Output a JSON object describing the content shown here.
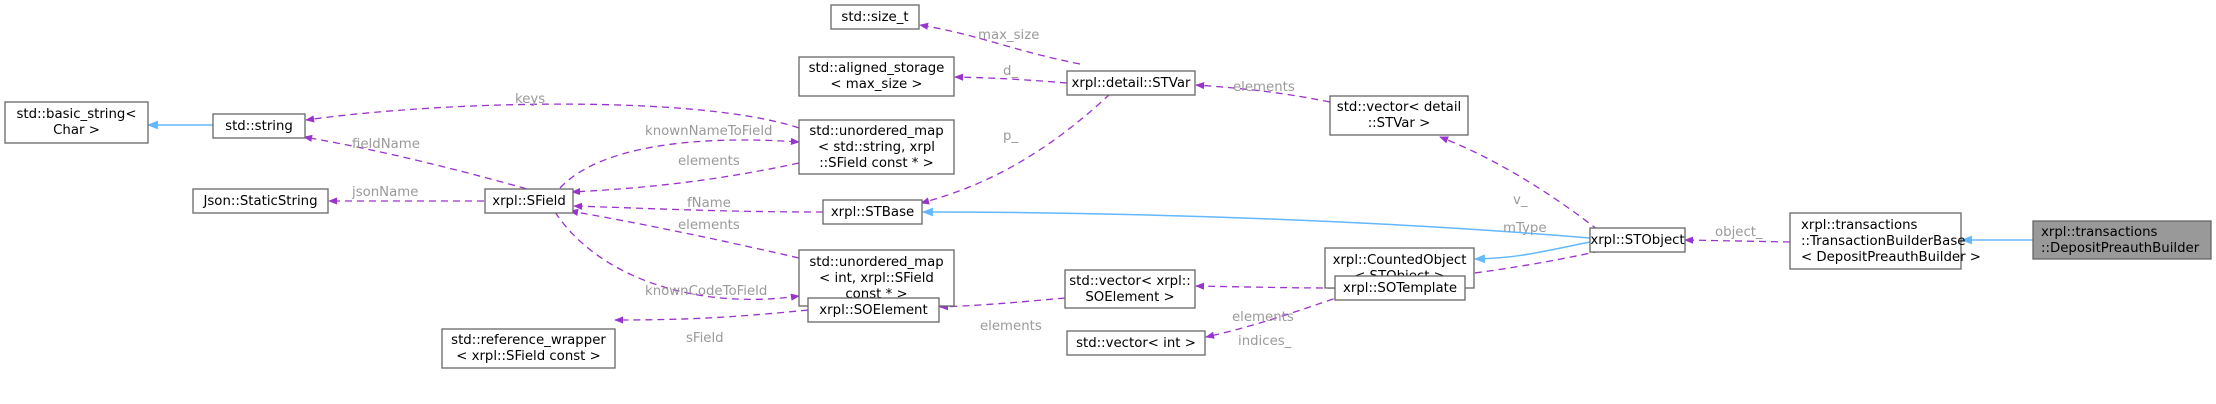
{
  "colors": {
    "inheritance": "#63b8ff",
    "usage": "#9a32cd",
    "label": "#9a9a9a",
    "highlight": "#999999"
  },
  "nodes": {
    "basic_string": [
      "std::basic_string<",
      "Char >"
    ],
    "string": [
      "std::string"
    ],
    "static_string": [
      "Json::StaticString"
    ],
    "sfield": [
      "xrpl::SField"
    ],
    "size_t": [
      "std::size_t"
    ],
    "aligned_storage": [
      "std::aligned_storage",
      "< max_size >"
    ],
    "umap_string": [
      "std::unordered_map",
      "< std::string, xrpl",
      "::SField const * >"
    ],
    "stbase": [
      "xrpl::STBase"
    ],
    "umap_int": [
      "std::unordered_map",
      "< int, xrpl::SField",
      "const * >"
    ],
    "ref_wrapper": [
      "std::reference_wrapper",
      "< xrpl::SField const >"
    ],
    "soelement": [
      "xrpl::SOElement"
    ],
    "stvar": [
      "xrpl::detail::STVar"
    ],
    "vector_soelement": [
      "std::vector< xrpl::",
      "SOElement >"
    ],
    "vector_int": [
      "std::vector< int >"
    ],
    "vector_stvar": [
      "std::vector< detail",
      "::STVar >"
    ],
    "counted_object": [
      "xrpl::CountedObject",
      "< STObject >"
    ],
    "sotemplate": [
      "xrpl::SOTemplate"
    ],
    "stobject": [
      "xrpl::STObject"
    ],
    "tx_builder_base": [
      "xrpl::transactions",
      "::TransactionBuilderBase",
      "< DepositPreauthBuilder >"
    ],
    "deposit_preauth_builder": [
      "xrpl::transactions",
      "::DepositPreauthBuilder"
    ]
  },
  "edge_labels": {
    "keys": "keys",
    "fieldName": "fieldName",
    "knownNameToField": "knownNameToField",
    "elements_umap_string": "elements",
    "jsonName": "jsonName",
    "fName": "fName",
    "elements_umap_int": "elements",
    "knownCodeToField": "knownCodeToField",
    "sField": "sField",
    "max_size": "max_size",
    "d": "d_",
    "p": "p_",
    "elements_stvar": "elements",
    "v": "v_",
    "elements_soelement": "elements",
    "indices": "indices_",
    "mType": "mType",
    "object": "object_"
  }
}
